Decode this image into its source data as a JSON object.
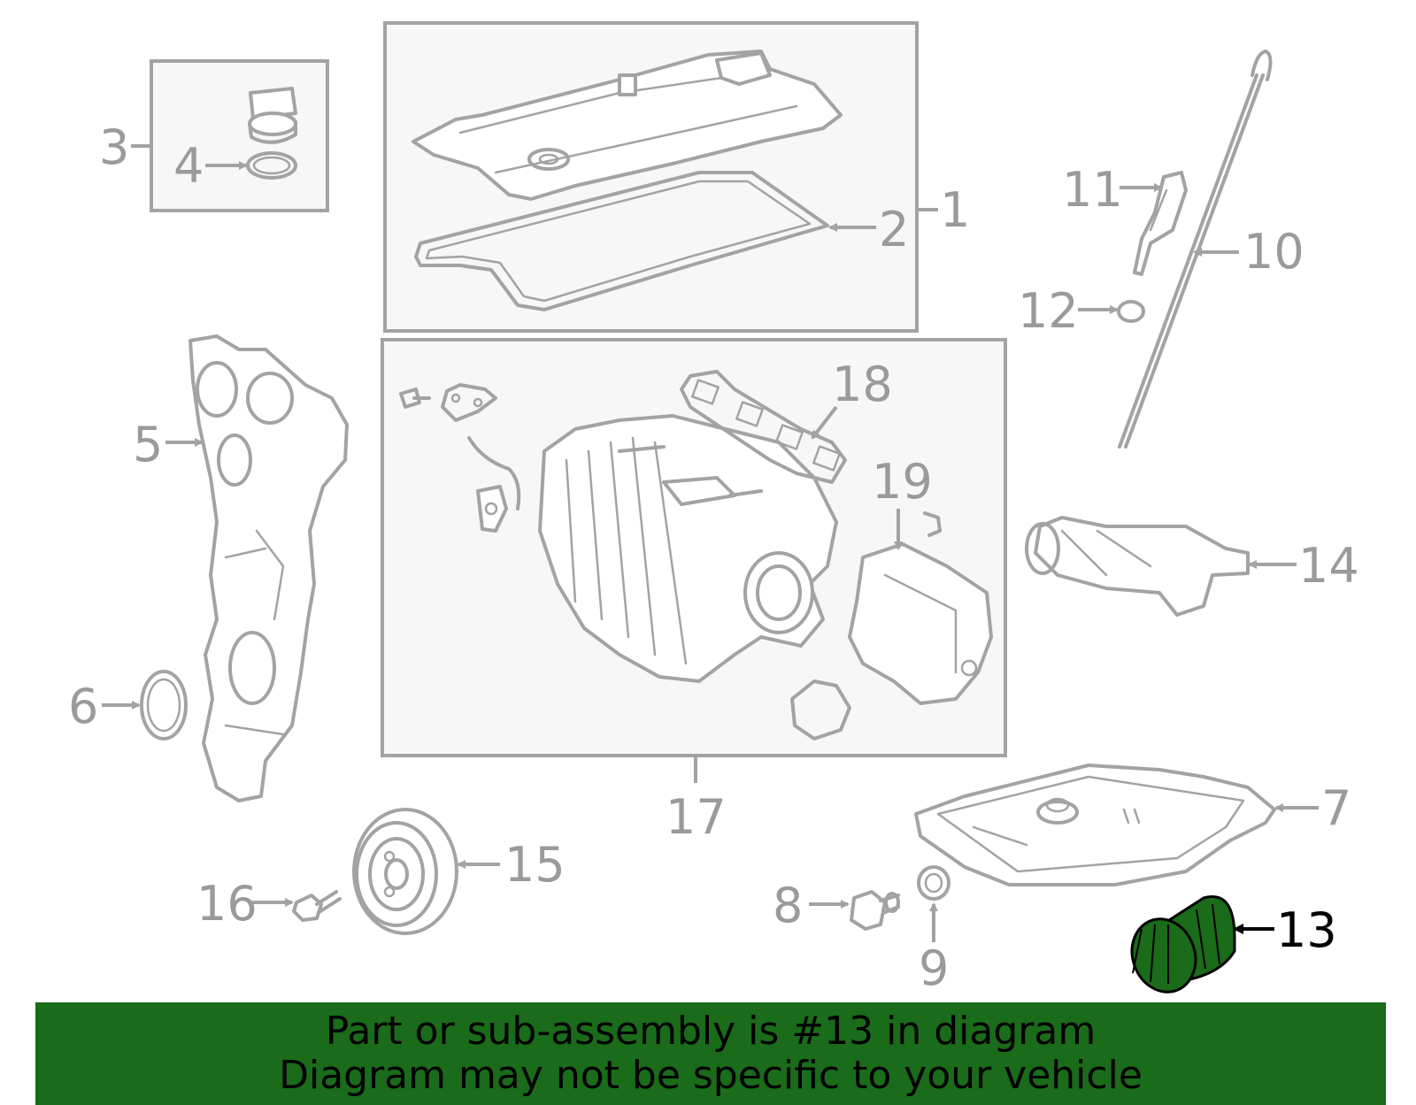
{
  "banner": {
    "line1": "Part or sub-assembly is #13 in diagram",
    "line2": "Diagram may not be specific to your vehicle"
  },
  "highlight_color": "#1a6b1a",
  "callouts": {
    "c1": "1",
    "c2": "2",
    "c3": "3",
    "c4": "4",
    "c5": "5",
    "c6": "6",
    "c7": "7",
    "c8": "8",
    "c9": "9",
    "c10": "10",
    "c11": "11",
    "c12": "12",
    "c13": "13",
    "c14": "14",
    "c15": "15",
    "c16": "16",
    "c17": "17",
    "c18": "18",
    "c19": "19"
  },
  "highlighted_part": "13"
}
